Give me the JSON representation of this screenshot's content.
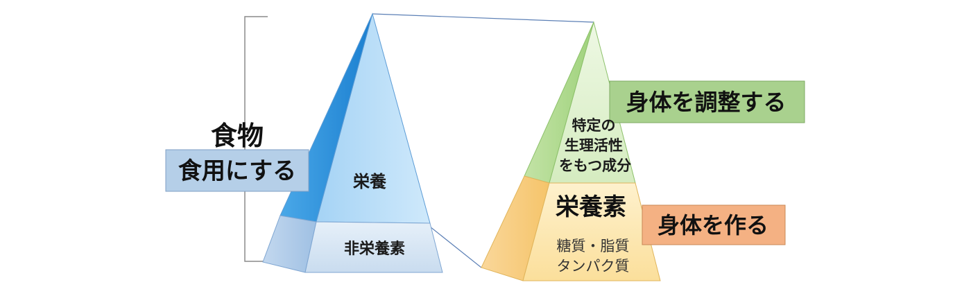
{
  "left_label": {
    "title": "食物",
    "subtitle": "食用にする"
  },
  "left_pyramid": {
    "top_label": "栄養",
    "bottom_label": "非栄養素"
  },
  "right_pyramid": {
    "upper_lines": [
      "特定の",
      "生理活性",
      "をもつ成分"
    ],
    "lower_title": "栄養素",
    "lower_lines": [
      "糖質・脂質",
      "タンパク質"
    ]
  },
  "callouts": {
    "regulate": "身体を調整する",
    "build": "身体を作る"
  },
  "colors": {
    "blue_light": "#b7ddf7",
    "blue_dark": "#2e95dd",
    "blue_pale": "#dbe9f6",
    "green_light": "#dff2cf",
    "green_mid": "#b4dc97",
    "yellow_light": "#fde9b8",
    "yellow_mid": "#f8cf7c",
    "callout_blue": "#b5cfe8",
    "callout_green": "#a9d18e",
    "callout_orange": "#f4b183"
  }
}
